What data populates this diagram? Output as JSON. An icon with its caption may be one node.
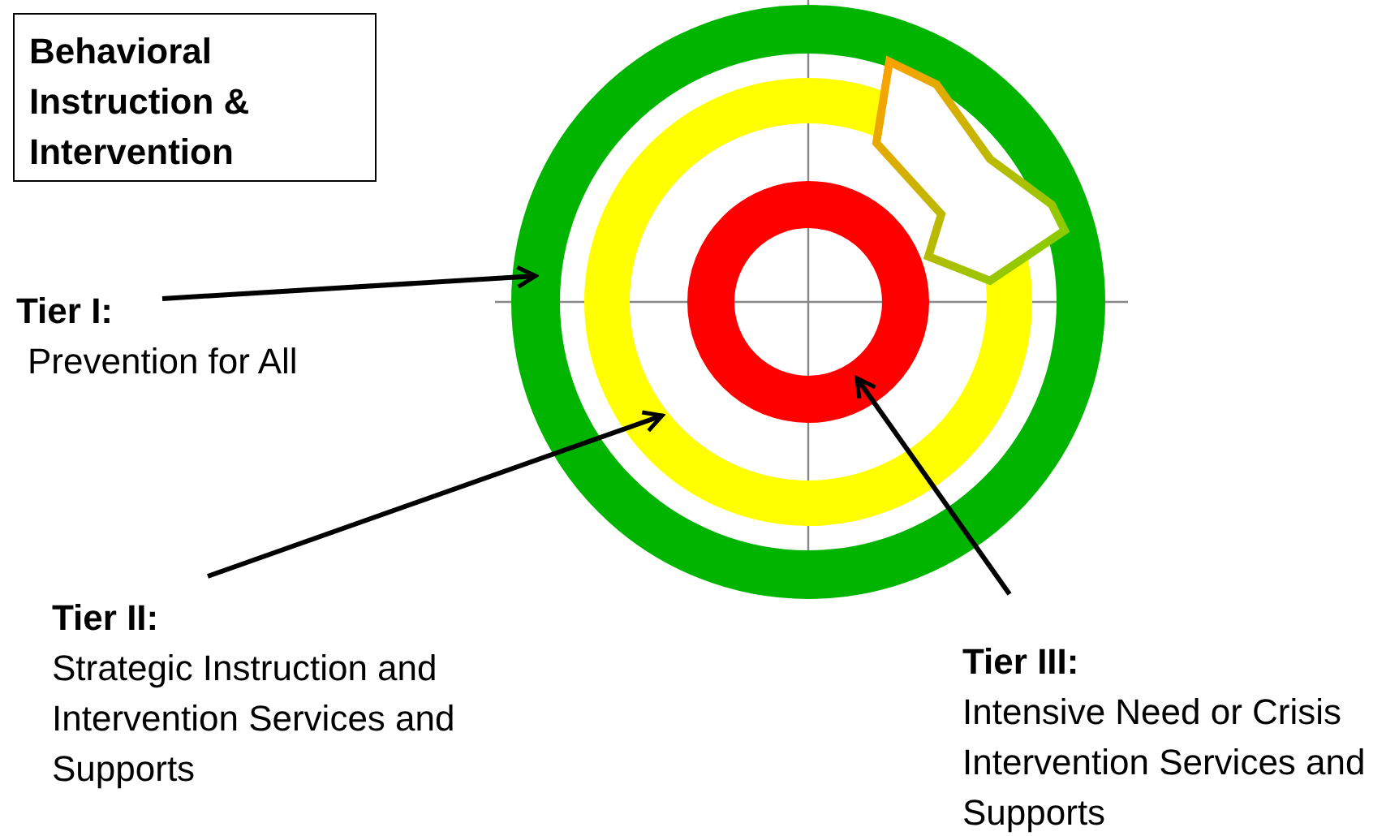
{
  "diagram": {
    "nodes": [
      {
        "text": [
          "Behavioral Instruction & Intervention"
        ]
      },
      {
        "text": [
          "Tier I:",
          "Prevention for All"
        ]
      },
      {
        "text": [
          "Tier II:",
          "Strategic Instruction and Intervention Services and Supports"
        ]
      },
      {
        "text": [
          "Tier III:",
          "Intensive Need or Crisis Intervention Services and Supports"
        ]
      },
      {
        "text": [],
        "shape": "circle"
      },
      {
        "text": [],
        "shape": "circle",
        "in": 4
      },
      {
        "text": [],
        "shape": "circle",
        "in": 5
      }
    ],
    "edges": [
      {
        "from": 1,
        "to": 4,
        "arrow": "to"
      },
      {
        "from": 2,
        "to": 5,
        "arrow": "to"
      },
      {
        "from": 3,
        "to": 6,
        "arrow": "to"
      }
    ]
  }
}
